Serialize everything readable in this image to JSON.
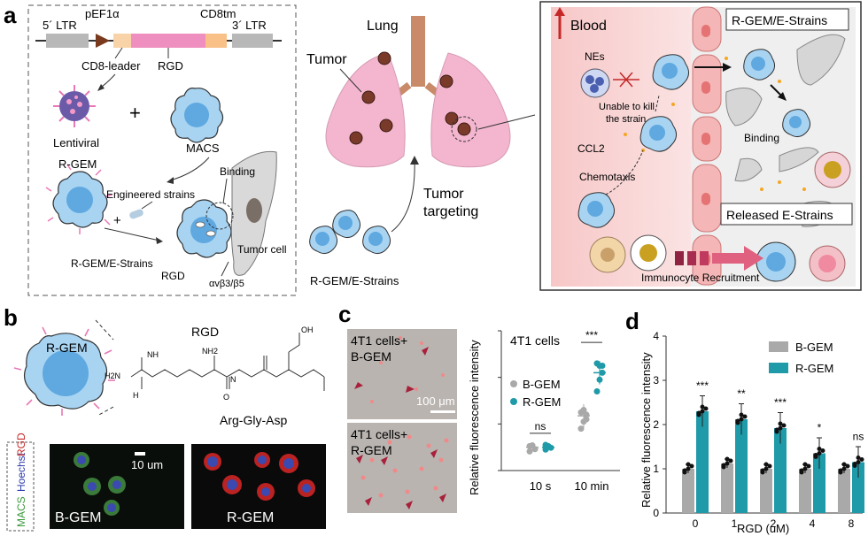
{
  "panel_a": {
    "letter": "a",
    "vector": {
      "ltr5": "5´ LTR",
      "promoter": "pEF1α",
      "tm": "CD8tm",
      "ltr3": "3´ LTR",
      "leader": "CD8-leader",
      "rgd": "RGD"
    },
    "lentiviral": "Lentiviral",
    "plus": "+",
    "macs": "MACS",
    "rgem": "R-GEM",
    "engineered": "Engineered strains",
    "plus2": "+",
    "binding": "Binding",
    "tumor_cell": "Tumor cell",
    "rgem_estrains": "R-GEM/E-Strains",
    "rgd2": "RGD",
    "integrin": "αvβ3/β5",
    "lung": "Lung",
    "tumor": "Tumor",
    "tumor_targeting_1": "Tumor",
    "tumor_targeting_2": "targeting",
    "rgem_estrains2": "R-GEM/E-Strains",
    "inset": {
      "blood": "Blood",
      "nes": "NEs",
      "unable_1": "Unable to kill",
      "unable_2": "the strain",
      "ccl2": "CCL2",
      "chemotaxis": "Chemotaxis",
      "rgem_estrains": "R-GEM/E-Strains",
      "binding": "Binding",
      "released": "Released E-Strains",
      "recruitment": "Immunocyte Recruitment"
    }
  },
  "panel_b": {
    "letter": "b",
    "rgem": "R-GEM",
    "rgd_title": "RGD",
    "arg_gly_asp": "Arg-Gly-Asp",
    "chem": {
      "h2n": "H2N",
      "nh": "NH",
      "nh2": "NH2",
      "h": "H",
      "n": "N",
      "o": "O",
      "oh": "OH"
    },
    "legend": {
      "macs": "MACS",
      "hoechst": "Hoechst",
      "rgd": "RGD"
    },
    "scale": "10 um",
    "bgem": "B-GEM",
    "rgem_img": "R-GEM"
  },
  "panel_c": {
    "letter": "c",
    "img1_line1": "4T1 cells+",
    "img1_line2": "B-GEM",
    "img2_line1": "4T1 cells+",
    "img2_line2": "R-GEM",
    "scale": "100 μm"
  },
  "panel_d": {
    "letter": "d"
  },
  "colors": {
    "bgem": "#a9a9a9",
    "rgem": "#1f9aa8",
    "cell": "#a8d4f2",
    "tumor": "#7a3a2a",
    "lung": "#f4b6cf"
  },
  "chart_data": [
    {
      "type": "scatter",
      "title": "4T1 cells",
      "ylabel": "Relative fluorescence intensity",
      "categories": [
        "10 s",
        "10 min"
      ],
      "series": [
        {
          "name": "B-GEM",
          "values": [
            1.0,
            2.35
          ],
          "points": [
            [
              0.82,
              1.08,
              0.92,
              1.05
            ],
            [
              1.8,
              2.1,
              2.4,
              2.5,
              2.6,
              2.2
            ]
          ]
        },
        {
          "name": "R-GEM",
          "values": [
            1.0,
            4.2
          ],
          "points": [
            [
              0.9,
              1.05,
              0.98,
              1.1
            ],
            [
              3.4,
              3.9,
              4.2,
              4.6,
              4.5,
              4.5
            ]
          ]
        }
      ],
      "significance": [
        "ns",
        "***"
      ],
      "ylim": [
        0,
        6
      ]
    },
    {
      "type": "bar",
      "xlabel": "RGD (uM)",
      "ylabel": "Relative fluorescence intensity",
      "categories": [
        "0",
        "1",
        "2",
        "4",
        "8"
      ],
      "series": [
        {
          "name": "B-GEM",
          "values": [
            1.0,
            1.12,
            1.0,
            1.0,
            1.0
          ]
        },
        {
          "name": "R-GEM",
          "values": [
            2.3,
            2.12,
            1.92,
            1.35,
            1.15
          ]
        }
      ],
      "significance": [
        "***",
        "**",
        "***",
        "*",
        "ns"
      ],
      "ylim": [
        0,
        4
      ],
      "yticks": [
        "0",
        "1",
        "2",
        "3",
        "4"
      ],
      "legend": "top-right"
    }
  ]
}
